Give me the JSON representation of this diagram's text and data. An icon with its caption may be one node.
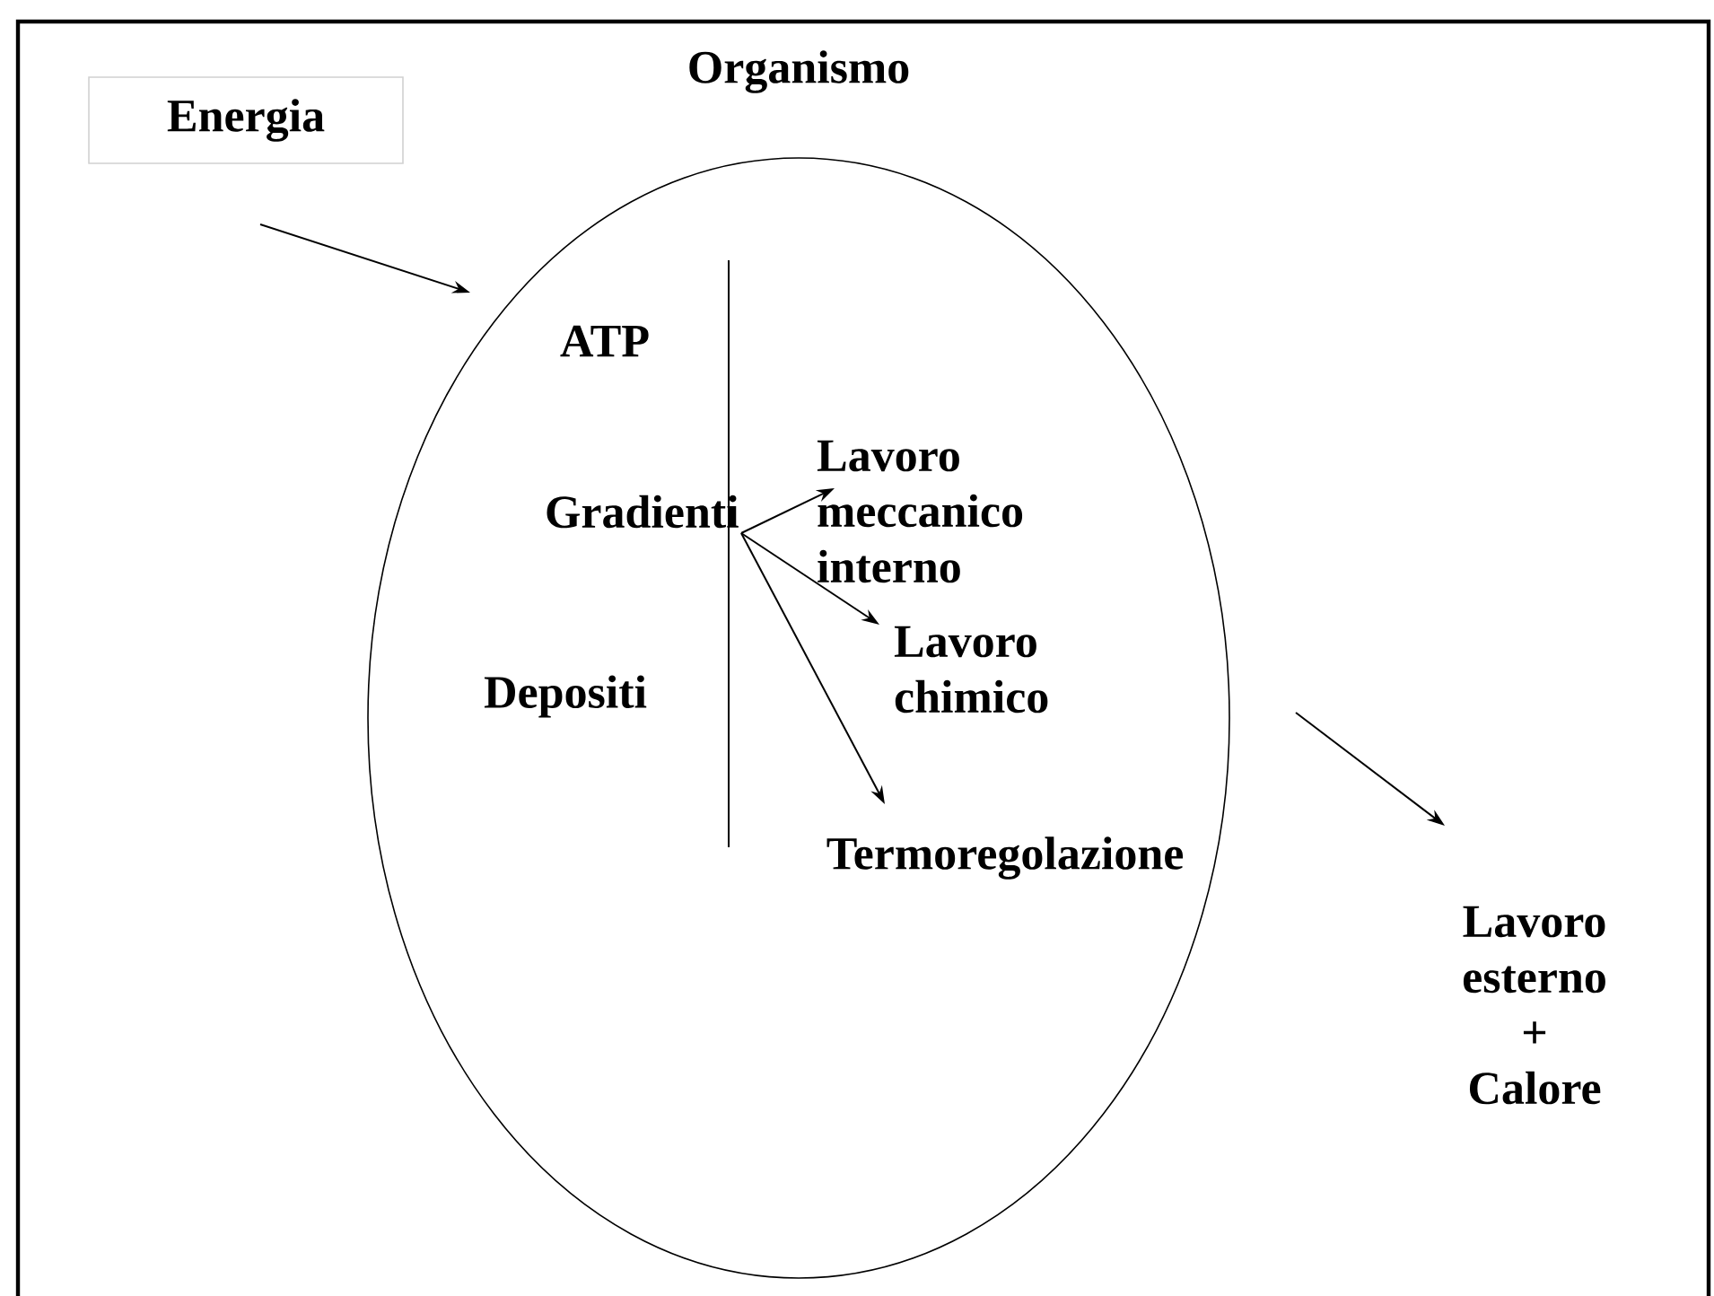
{
  "diagram": {
    "nodes": [
      {
        "text": [
          "Organismo"
        ]
      },
      {
        "text": [
          "Energia"
        ]
      },
      {
        "text": [
          "ATP"
        ],
        "in": 0
      },
      {
        "text": [
          "Gradienti"
        ],
        "in": 0
      },
      {
        "text": [
          "Depositi"
        ],
        "in": 0
      },
      {
        "text": [
          "Lavoro meccanico interno"
        ],
        "in": 0
      },
      {
        "text": [
          "Lavoro chimico"
        ],
        "in": 0
      },
      {
        "text": [
          "Termoregolazione"
        ],
        "in": 0
      },
      {
        "text": [
          "Lavoro esterno + Calore"
        ]
      }
    ],
    "edges": [
      {
        "from": 1,
        "to": 0,
        "arrow": "to"
      },
      {
        "from": 3,
        "to": 5,
        "arrow": "to"
      },
      {
        "from": 3,
        "to": 6,
        "arrow": "to"
      },
      {
        "from": 3,
        "to": 7,
        "arrow": "to"
      },
      {
        "from": 0,
        "to": 8,
        "arrow": "to"
      }
    ]
  }
}
